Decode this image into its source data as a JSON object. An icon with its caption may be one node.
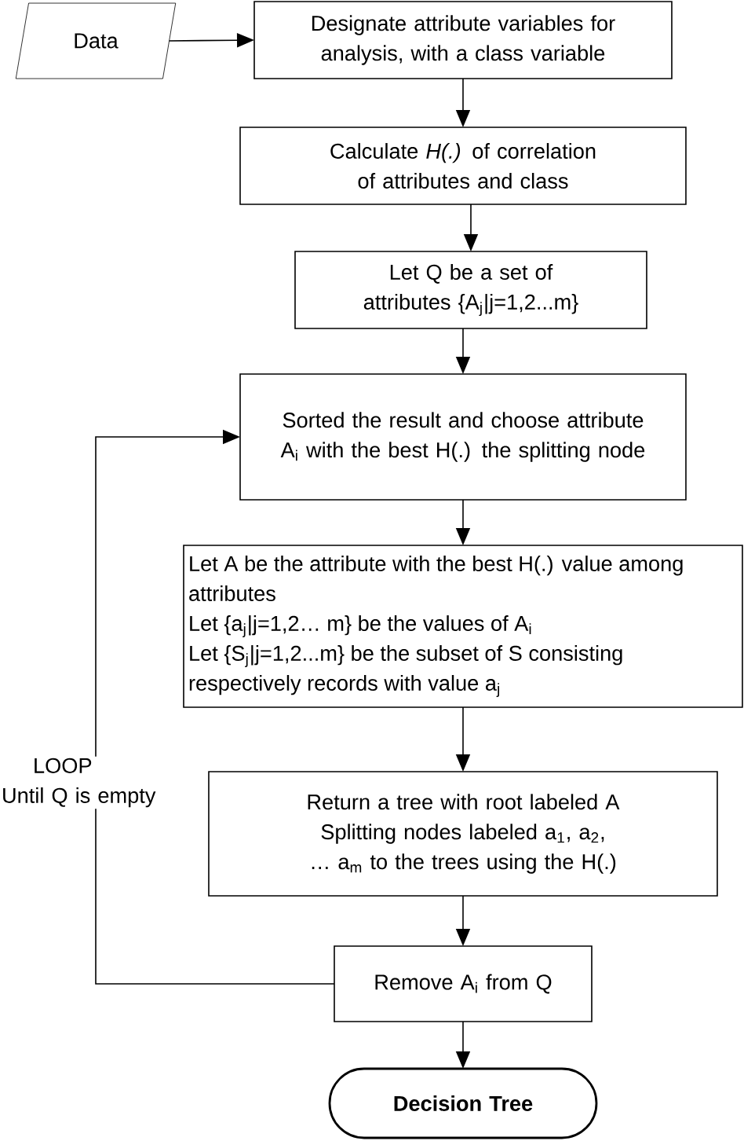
{
  "diagram": {
    "nodes": [
      {
        "text": [
          "Data"
        ]
      },
      {
        "text": [
          "Designate attribute variables for analysis, with a class variable"
        ]
      },
      {
        "text": [
          "Calculate *H(.)* of correlation of attributes and class"
        ]
      },
      {
        "text": [
          "Let Q be a set of attributes {A$_{j}$|j=1,2...m}"
        ]
      },
      {
        "text": [
          "Sorted the result and choose attribute A$_{i}$ with the best H(.) the splitting node"
        ]
      },
      {
        "text": [
          "Let A be the attribute with the best H(.) value among attributes",
          "Let {a$_{j}$|j=1,2… m} be the values of A$_{i}$",
          "Let {S$_{j}$|j=1,2...m} be the subset of S consisting respectively records with value a$_{j}$"
        ]
      },
      {
        "text": [
          "Return a tree with root labeled A",
          "Splitting nodes labeled a$_{1}$, a$_{2}$, … a$_{m}$ to the trees using the H(.)"
        ]
      },
      {
        "text": [
          "Remove A$_{i}$ from Q"
        ]
      },
      {
        "text": [
          "Decision Tree"
        ]
      }
    ],
    "edges": [
      {
        "from": 0,
        "to": 1,
        "arrow": "to"
      },
      {
        "from": 1,
        "to": 2,
        "arrow": "to"
      },
      {
        "from": 2,
        "to": 3,
        "arrow": "to"
      },
      {
        "from": 3,
        "to": 4,
        "arrow": "to"
      },
      {
        "from": 4,
        "to": 5,
        "arrow": "to"
      },
      {
        "from": 5,
        "to": 6,
        "arrow": "to"
      },
      {
        "from": 6,
        "to": 7,
        "arrow": "to"
      },
      {
        "from": 7,
        "to": 8,
        "arrow": "to"
      },
      {
        "from": 7,
        "to": 4,
        "arrow": "to",
        "label": "LOOP Until Q is empty"
      }
    ]
  }
}
